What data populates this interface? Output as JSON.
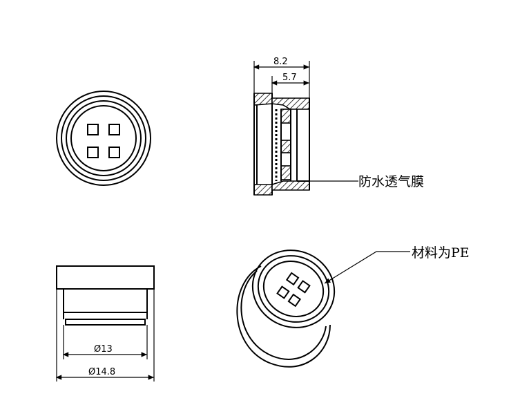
{
  "dimensions": {
    "side_total_width": "8.2",
    "side_inner_width": "5.7",
    "inner_diameter": "Ø13",
    "outer_diameter": "Ø14.8"
  },
  "callouts": {
    "membrane": "防水透气膜",
    "material": "材料为PE"
  }
}
